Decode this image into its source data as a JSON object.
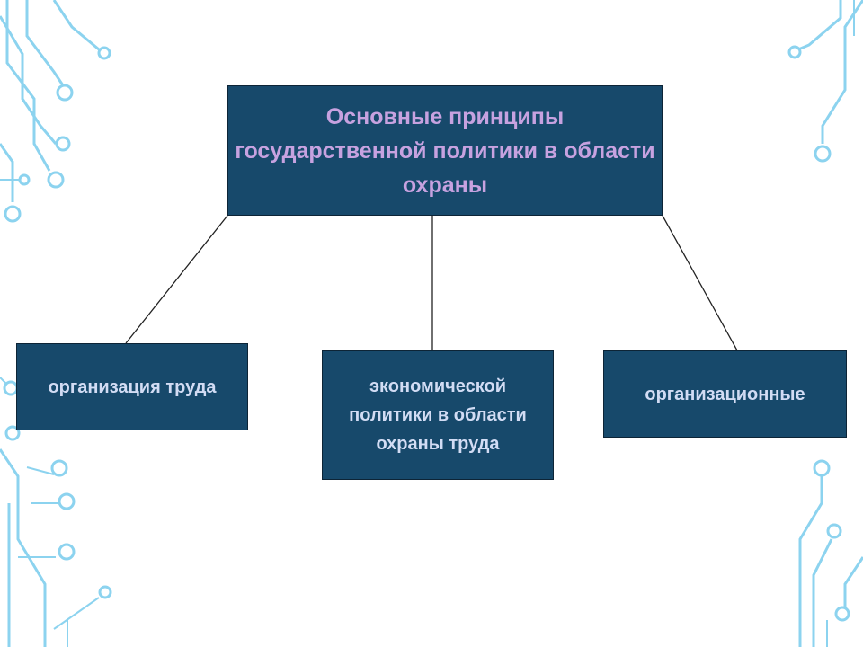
{
  "diagram": {
    "root": {
      "label": "Основные принципы государственной политики в области охраны"
    },
    "children": [
      {
        "label": "организация труда"
      },
      {
        "label": "экономической политики в области охраны труда"
      },
      {
        "label": "организационные"
      }
    ]
  },
  "colors": {
    "box_fill": "#17496b",
    "root_text": "#c7a2e0",
    "child_text": "#d2dcf4",
    "circuit_accent": "#7fd0ef"
  },
  "icons": [
    "circuit-decoration-left",
    "circuit-decoration-right"
  ]
}
